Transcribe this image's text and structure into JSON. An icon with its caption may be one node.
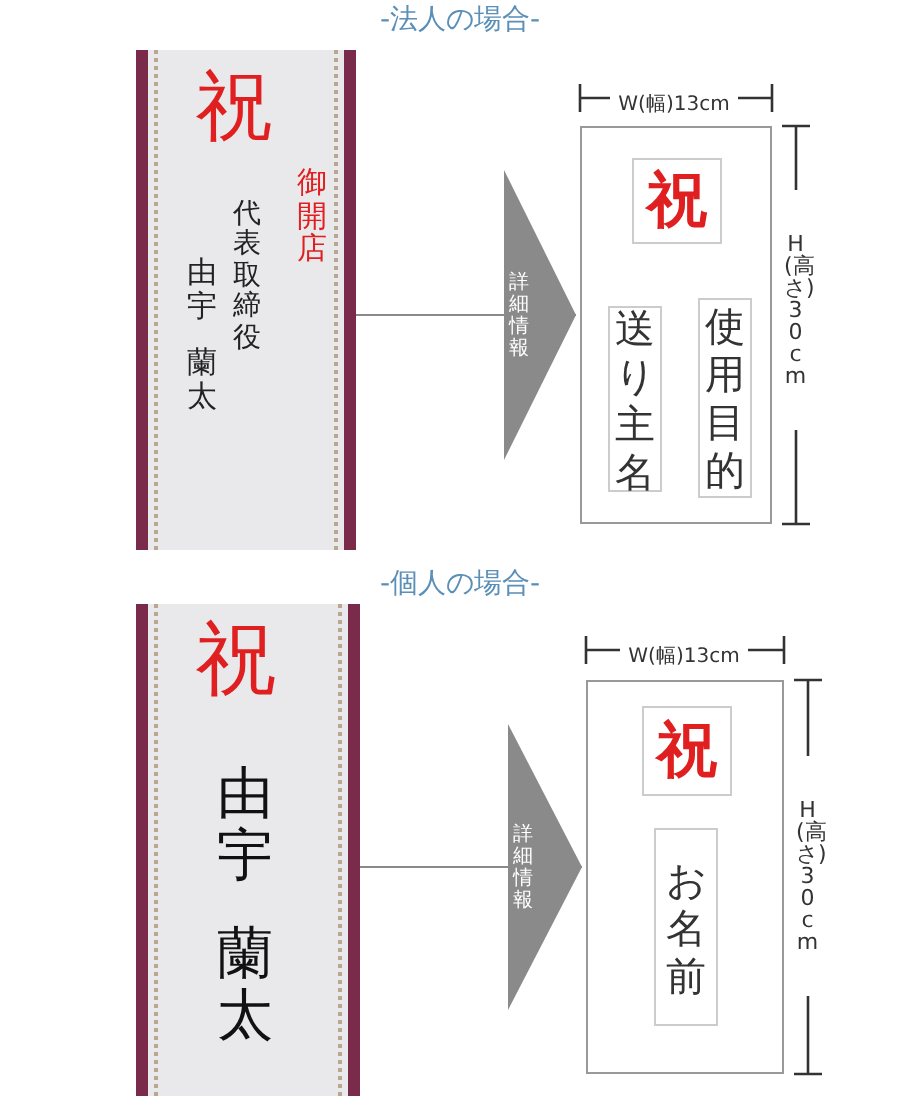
{
  "diagram": {
    "nodes": [
      {
        "text": [
          "祝",
          "御開店",
          "代表取締役",
          "由宇",
          "蘭太"
        ]
      },
      {
        "text": [],
        "shape": "box"
      },
      {
        "text": [
          "祝"
        ],
        "in": 1
      },
      {
        "text": [
          "使用目的"
        ],
        "in": 1
      },
      {
        "text": [
          "送り主名"
        ],
        "in": 1
      },
      {
        "text": [
          "祝",
          "由宇",
          "蘭太"
        ]
      },
      {
        "text": [],
        "shape": "box"
      },
      {
        "text": [
          "祝"
        ],
        "in": 6
      },
      {
        "text": [
          "お名前"
        ],
        "in": 6
      }
    ],
    "edges": [
      {
        "from": 0,
        "to": 1,
        "arrow": "to",
        "label": "詳細情報"
      },
      {
        "from": 5,
        "to": 6,
        "arrow": "to",
        "label": "詳細情報"
      }
    ],
    "labels": [
      "-法人の場合-",
      "W(幅)13cm",
      "H(高さ)30cm",
      "-個人の場合-",
      "W(幅)13cm",
      "H(高さ)30cm"
    ]
  }
}
